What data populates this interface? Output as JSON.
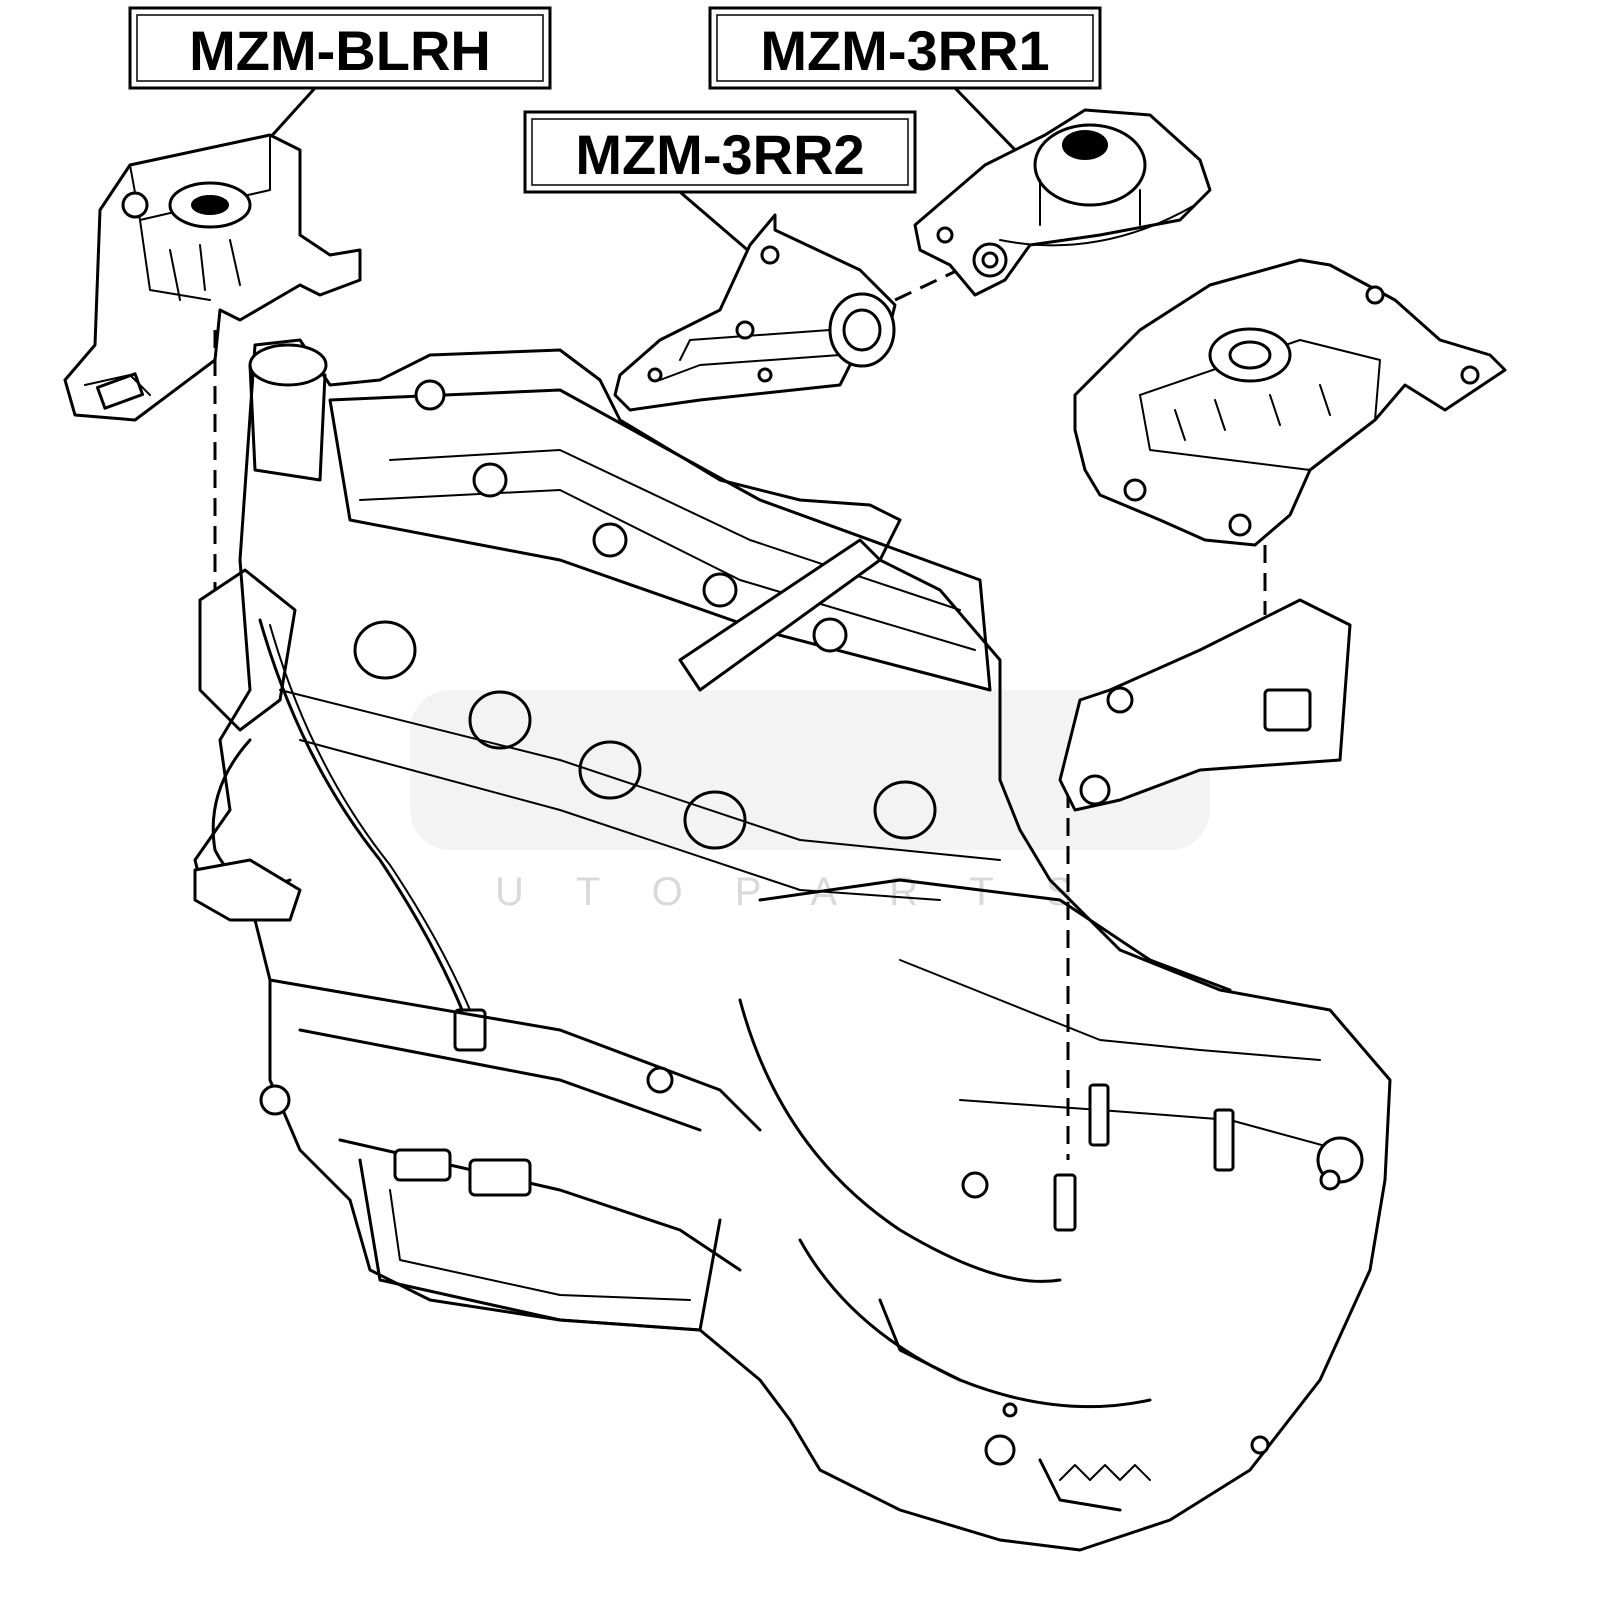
{
  "labels": {
    "left_mount": "MZM-BLRH",
    "rear_mount_1": "MZM-3RR1",
    "rear_mount_2": "MZM-3RR2"
  },
  "icons": {
    "watermark": "brand-logo-watermark"
  },
  "colors": {
    "ink": "#000000",
    "background": "#ffffff",
    "watermark": "#e0e0e0"
  }
}
